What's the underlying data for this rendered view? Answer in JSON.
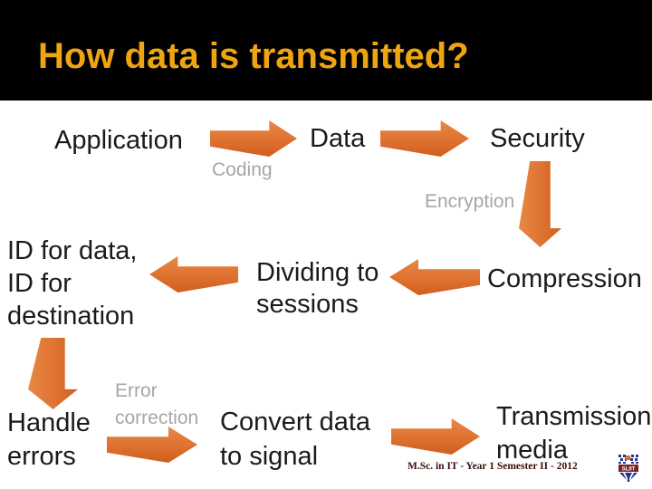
{
  "slide": {
    "title": "How data is transmitted?",
    "footer_text": "M.Sc. in IT - Year 1 Semester II - 2012",
    "logo_name": "sliit-crest-logo"
  },
  "colors": {
    "title_band_bg": "#000000",
    "title_text": "#EFA512",
    "body_text": "#1A1A1A",
    "gray_label": "#A6A6A6",
    "arrow_light": "#E78845",
    "arrow_dark": "#D05E1D",
    "footer_text": "#3D0C0C"
  },
  "diagram": {
    "steps": {
      "application": "Application",
      "data": "Data",
      "security": "Security",
      "id_for": "ID for data,\nID for\ndestination",
      "dividing": "Dividing to\nsessions",
      "compression": "Compression",
      "handle_errors": "Handle\nerrors",
      "convert": "Convert data\nto signal",
      "transmission": "Transmission\nmedia"
    },
    "arrow_labels": {
      "coding": "Coding",
      "encryption": "Encryption",
      "error_correction": "Error\ncorrection"
    }
  }
}
